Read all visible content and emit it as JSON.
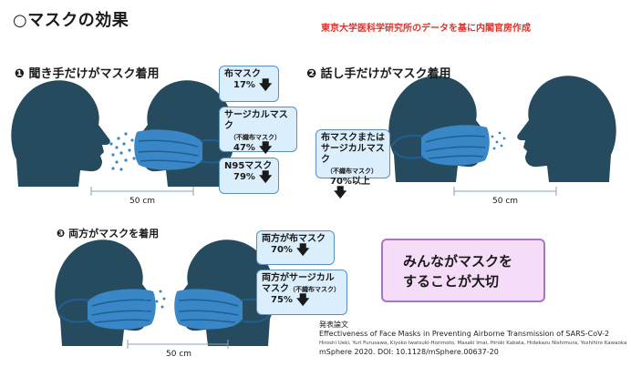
{
  "title": "○マスクの効果",
  "source": "東京大学医科学研究所のデータを基に内閣官房作成",
  "section1": {
    "num": "❶",
    "label": "聞き手だけがマスク着用"
  },
  "section2": {
    "num": "❷",
    "label": "話し手だけがマスク着用"
  },
  "section3": {
    "num": "❸",
    "label": "両方がマスクを着用"
  },
  "boxes1": [
    {
      "line1": "布マスク",
      "value": "17%"
    },
    {
      "line1": "サージカルマスク",
      "line2": "（不織布マスク）",
      "value": "47%"
    },
    {
      "line1": "N95マスク",
      "value": "79%"
    }
  ],
  "box2": {
    "line1": "布マスクまたは",
    "line2": "サージカルマスク",
    "line3": "（不織布マスク）",
    "value": "70%以上"
  },
  "boxes3": [
    {
      "line1": "両方が布マスク",
      "value": "70%"
    },
    {
      "line1": "両方がサージカル",
      "line2": "マスク",
      "line2b": "（不織布マスク）",
      "value": "75%"
    }
  ],
  "arrow": "🡇",
  "distance": "50 cm",
  "message": {
    "line1": "みんながマスクを",
    "line2": "することが大切"
  },
  "reference": {
    "heading": "発表論文",
    "title": "Effectiveness of Face Masks in Preventing Airborne Transmission of SARS-CoV-2",
    "authors": "Hiroshi Ueki, Yuri Furusawa, Kiyoko Iwatsuki-Horimoto, Masaki Imai, Hiroki Kabata, Hidekazu Nishimura, Yoshihiro Kawaoka",
    "citation": "mSphere 2020. DOI: 10.1128/mSphere.00637-20"
  },
  "colors": {
    "head": "#264a5e",
    "mask": "#3a87c8",
    "droplets": "#3a87c8",
    "box_fill": "#dbeefb",
    "box_border": "#5b8fc3",
    "message_fill": "#f5dcf8",
    "message_border": "#a875c2",
    "source_text": "#e0322a"
  }
}
